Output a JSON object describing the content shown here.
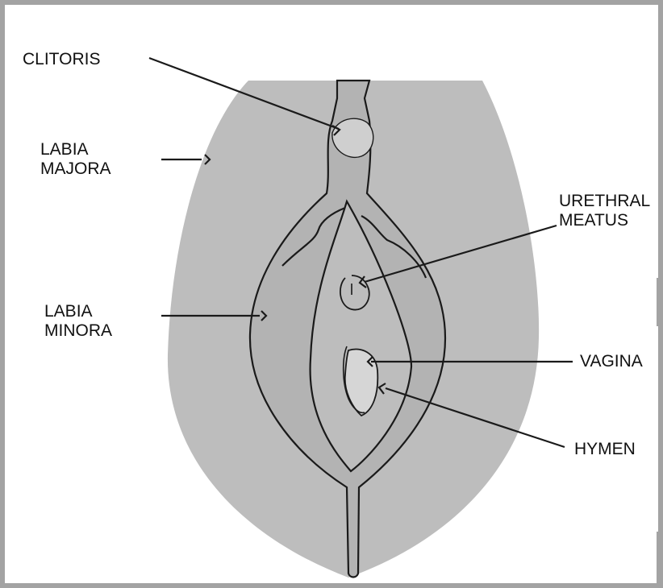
{
  "labels": {
    "clitoris": "CLITORIS",
    "labia_majora": [
      "LABIA",
      "MAJORA"
    ],
    "labia_minora": [
      "LABIA",
      "MINORA"
    ],
    "urethral_meatus": [
      "URETHRAL",
      "MEATUS"
    ],
    "vagina": "VAGINA",
    "hymen": "HYMEN"
  },
  "colors": {
    "frame": "#a3a3a3",
    "outer_fill": "#bdbdbd",
    "inner_fill": "#b3b3b3",
    "line": "#1a1a1a"
  }
}
